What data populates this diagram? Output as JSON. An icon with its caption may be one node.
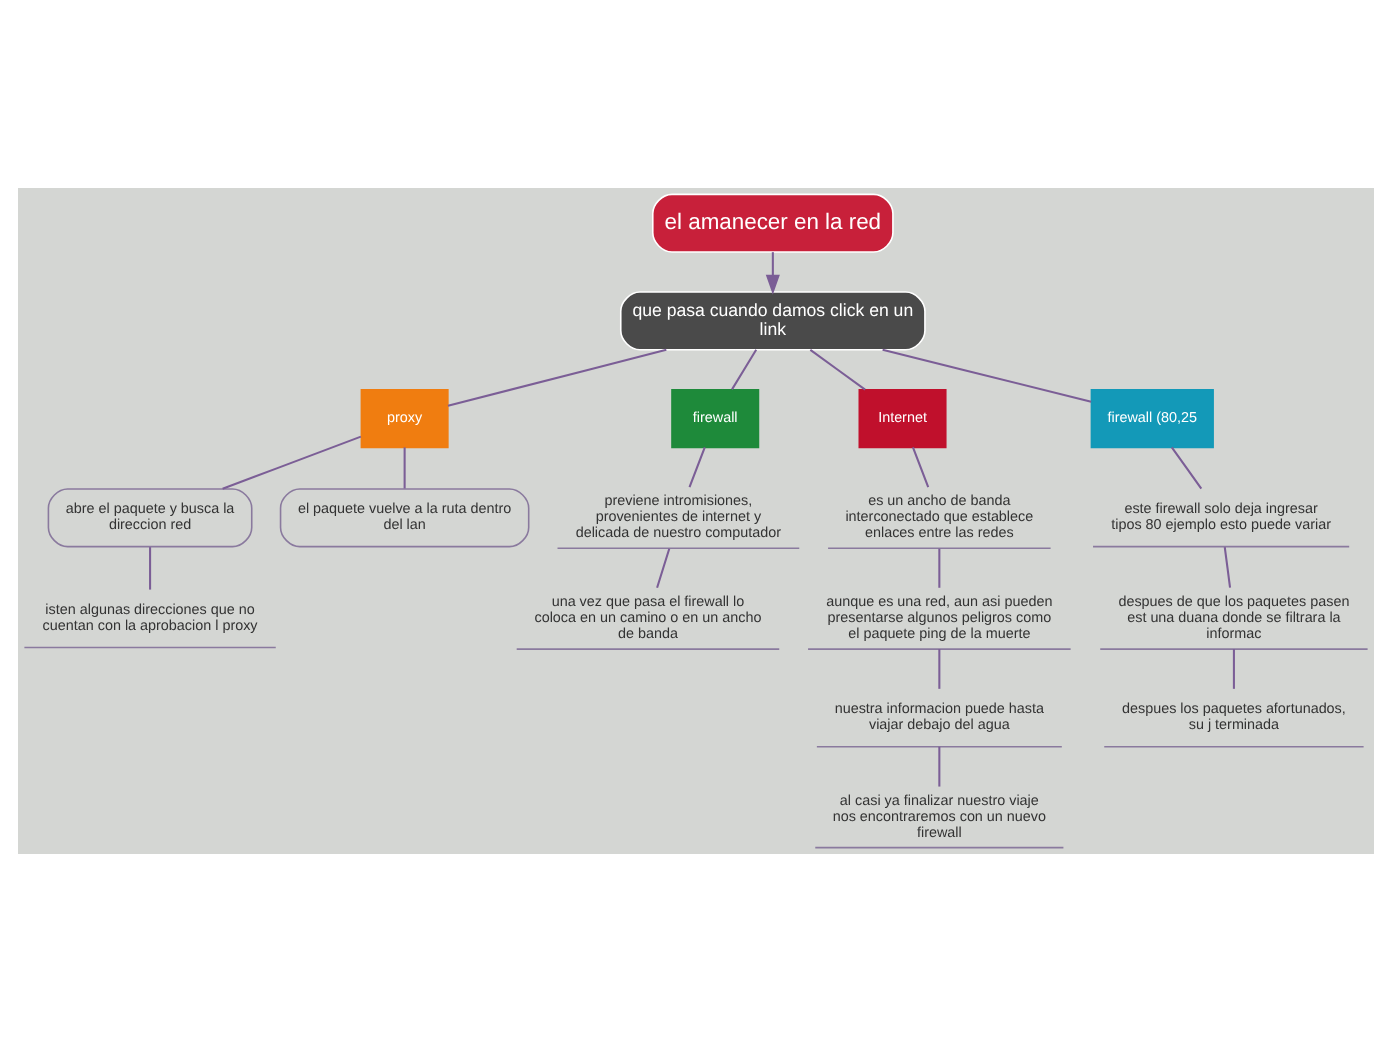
{
  "diagram": {
    "nodes": [
      {
        "text": [
          "el amanecer en la red"
        ]
      },
      {
        "text": [
          "que pasa cuando damos click en un link"
        ]
      },
      {
        "text": [
          "proxy"
        ]
      },
      {
        "text": [
          "abre el paquete y busca la direccion red"
        ]
      },
      {
        "text": [
          "isten algunas direcciones que no cuentan con la aprobacion l proxy"
        ]
      },
      {
        "text": [
          "el paquete vuelve a la ruta dentro del lan"
        ]
      },
      {
        "text": [
          "firewall"
        ]
      },
      {
        "text": [
          "previene intromisiones, provenientes de internet y delicada de nuestro computador"
        ]
      },
      {
        "text": [
          "una vez que pasa el firewall lo coloca en un camino o en un ancho de banda"
        ]
      },
      {
        "text": [
          "Internet"
        ]
      },
      {
        "text": [
          "es un ancho de banda interconectado que establece enlaces entre las redes"
        ]
      },
      {
        "text": [
          "aunque es una red, aun asi pueden presentarse algunos peligros como el paquete ping de la muerte"
        ]
      },
      {
        "text": [
          "nuestra informacion puede hasta viajar debajo del agua"
        ]
      },
      {
        "text": [
          "al casi ya finalizar nuestro viaje nos encontraremos con un nuevo firewall"
        ]
      },
      {
        "text": [
          "firewall (80,25"
        ]
      },
      {
        "text": [
          "este firewall solo deja ingresar tipos 80 ejemplo esto puede variar"
        ]
      },
      {
        "text": [
          "despues de que los paquetes pasen est una duana donde se filtrara la informac"
        ]
      },
      {
        "text": [
          "despues los paquetes afortunados, su j terminada"
        ]
      }
    ],
    "edges": [
      {
        "from": 0,
        "to": 1,
        "arrow": "to"
      },
      {
        "from": 1,
        "to": 2,
        "arrow": "none"
      },
      {
        "from": 1,
        "to": 6,
        "arrow": "none"
      },
      {
        "from": 1,
        "to": 9,
        "arrow": "none"
      },
      {
        "from": 1,
        "to": 14,
        "arrow": "none"
      },
      {
        "from": 2,
        "to": 3,
        "arrow": "none"
      },
      {
        "from": 3,
        "to": 4,
        "arrow": "none"
      },
      {
        "from": 2,
        "to": 5,
        "arrow": "none"
      },
      {
        "from": 6,
        "to": 7,
        "arrow": "none"
      },
      {
        "from": 7,
        "to": 8,
        "arrow": "none"
      },
      {
        "from": 9,
        "to": 10,
        "arrow": "none"
      },
      {
        "from": 10,
        "to": 11,
        "arrow": "none"
      },
      {
        "from": 11,
        "to": 12,
        "arrow": "none"
      },
      {
        "from": 12,
        "to": 13,
        "arrow": "none"
      },
      {
        "from": 14,
        "to": 15,
        "arrow": "none"
      },
      {
        "from": 15,
        "to": 16,
        "arrow": "none"
      },
      {
        "from": 16,
        "to": 17,
        "arrow": "none"
      }
    ]
  }
}
